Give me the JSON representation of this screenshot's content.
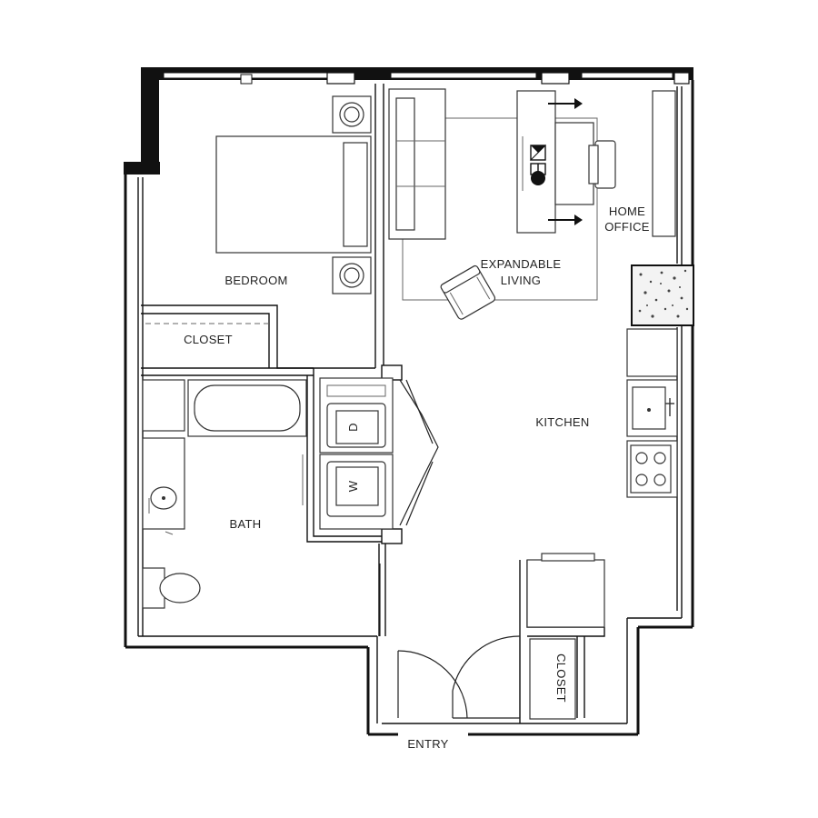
{
  "plan": {
    "rooms": {
      "bedroom": "BEDROOM",
      "closet_bedroom": "CLOSET",
      "expandable_living_line1": "EXPANDABLE",
      "expandable_living_line2": "LIVING",
      "home_office_line1": "HOME",
      "home_office_line2": "OFFICE",
      "kitchen": "KITCHEN",
      "bath": "BATH",
      "closet_entry": "CLOSET",
      "entry": "ENTRY"
    },
    "appliances": {
      "dryer": "D",
      "washer": "W"
    },
    "colors": {
      "wall": "#111111",
      "line": "#333333",
      "background": "#ffffff"
    }
  }
}
